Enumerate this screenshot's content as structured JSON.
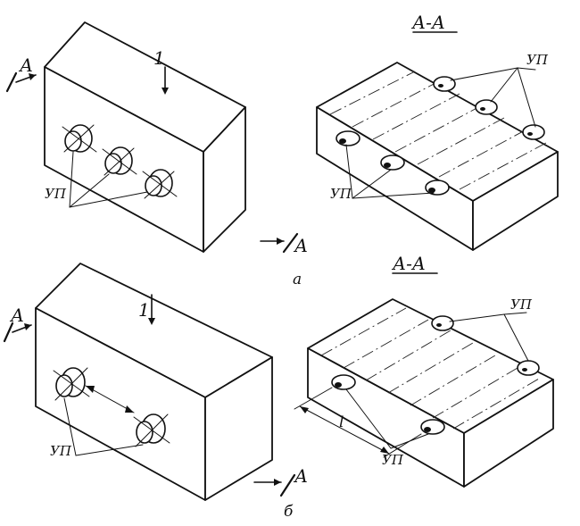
{
  "labels": {
    "section_a_top": "А-А",
    "section_a_bottom": "А-А",
    "arrow_a_tl": "А",
    "arrow_a_tr": "А",
    "arrow_a_bl": "А",
    "arrow_a_br": "А",
    "force_top": "1",
    "force_bottom": "1",
    "up_tl": "УП",
    "up_tr_top": "УП",
    "up_tr_bottom": "УП",
    "up_bl": "УП",
    "up_br_top": "УП",
    "up_br_bottom": "УП",
    "dim_l": "l",
    "variant_a": "а",
    "variant_b": "б"
  }
}
